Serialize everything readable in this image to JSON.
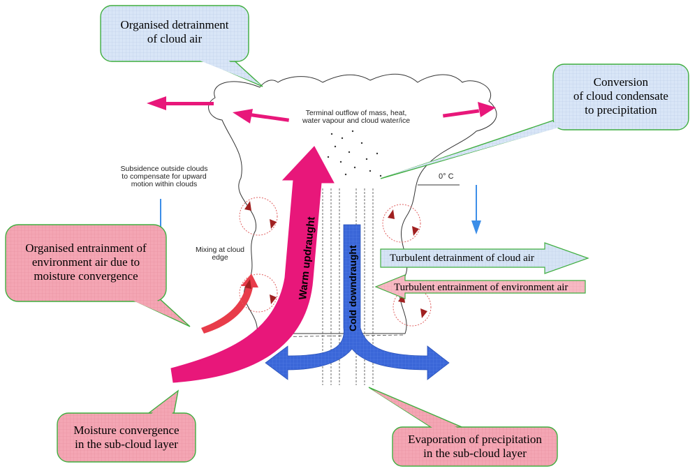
{
  "colors": {
    "blue_callout": "#d9e6f7",
    "pink_callout": "#f4a6b4",
    "callout_border": "#3fae3f",
    "magenta_arrow": "#e8177a",
    "red_arrow": "#e83c4a",
    "blue_arrow": "#3a66d8",
    "subsidence_arrow": "#3c8ee8",
    "pale_blue_arrow": "#d6e4f5",
    "pale_pink_arrow": "#f7b9c3",
    "circulation": "#e06060",
    "cloud_outline": "#333333"
  },
  "callouts": {
    "detrainment": "Organised detrainment\nof cloud air",
    "conversion": "Conversion\nof cloud condensate\nto precipitation",
    "entrainment": "Organised entrainment of\nenvironment air due to\nmoisture convergence",
    "moisture": "Moisture convergence\nin the sub-cloud layer",
    "evaporation": "Evaporation of precipitation\nin the sub-cloud layer"
  },
  "labels": {
    "terminal_outflow": "Terminal outflow of mass, heat,\nwater vapour and cloud water/ice",
    "subsidence": "Subsidence outside clouds\nto compensate for upward\nmotion within clouds",
    "mixing": "Mixing at cloud\nedge",
    "zero_c": "0° C",
    "warm_updraught": "Warm updraught",
    "cold_downdraught": "Cold downdraught",
    "turbulent_detrainment": "Turbulent detrainment of cloud air",
    "turbulent_entrainment": "Turbulent entrainment of environment air"
  }
}
